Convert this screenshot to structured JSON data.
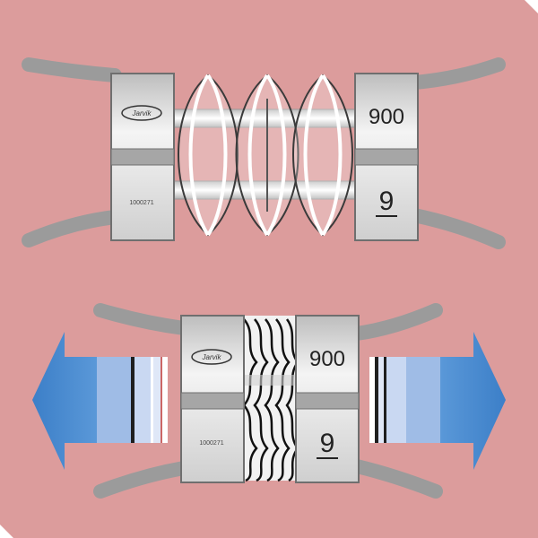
{
  "background": "#dc9c9c",
  "colors": {
    "clip_face": "#e6e6e6",
    "clip_shadow": "#8c8c8c",
    "wire": "#9b9b9b",
    "arrow": "#4f8fd2",
    "arrow_light": "#9fbce6"
  },
  "top_device": {
    "left_clip": {
      "logo": "Jarvik",
      "serial": "1000271"
    },
    "right_clip": {
      "size": "900",
      "count": "9"
    }
  },
  "bottom_device": {
    "left_clip": {
      "logo": "Jarvik",
      "serial": "1000271"
    },
    "right_clip": {
      "size": "900",
      "count": "9"
    },
    "arrows": [
      "arrow-left-icon",
      "arrow-right-icon"
    ]
  }
}
